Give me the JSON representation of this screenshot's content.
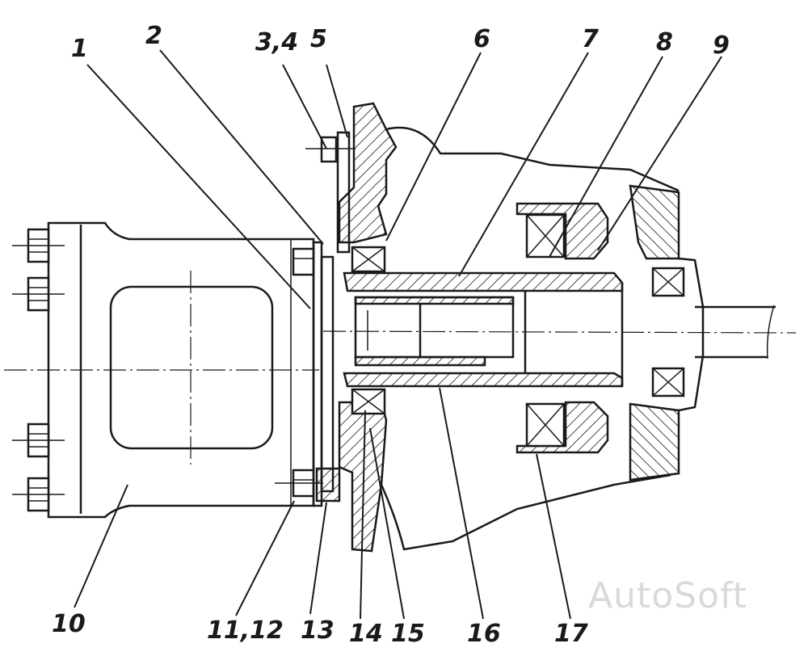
{
  "callouts": {
    "c1": "1",
    "c2": "2",
    "c34": "3,4",
    "c5": "5",
    "c6": "6",
    "c7": "7",
    "c8": "8",
    "c9": "9",
    "c10": "10",
    "c1112": "11,12",
    "c13": "13",
    "c14": "14",
    "c15": "15",
    "c16": "16",
    "c17": "17"
  },
  "watermark": "AutoSoft",
  "colors": {
    "ink": "#1a1a1a",
    "paper": "#ffffff",
    "watermark": "#d9d9d9"
  }
}
